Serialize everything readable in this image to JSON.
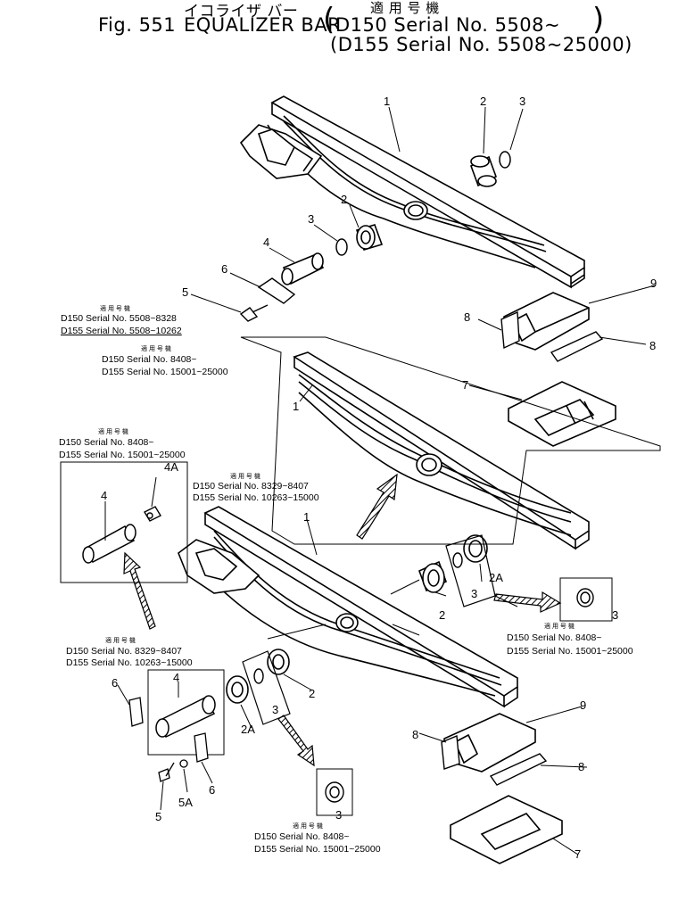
{
  "header": {
    "title_ja": "イコライザ バー",
    "applicable_ja": "適 用 号 機",
    "fig": "Fig. 551",
    "title_en": "EQUALIZER BAR",
    "d150_line": "D150 Serial No. 5508~",
    "d155_line": "D155 Serial No. 5508~25000"
  },
  "notes": {
    "ja": "適 用 号 機",
    "n1_d150": "D150 Serial No. 5508~8328",
    "n1_d155": "D155 Serial No. 5508~10262",
    "n2_d150": "D150 Serial No. 8408~",
    "n2_d155": "D155 Serial No. 15001~25000",
    "n3_d150": "D150 Serial No. 8408~",
    "n3_d155": "D155 Serial No. 15001~25000",
    "n4_d150": "D150 Serial No. 8329~8407",
    "n4_d155": "D155 Serial No. 10263~15000",
    "n5_d150": "D150 Serial No. 8408~",
    "n5_d155": "D155 Serial No. 15001~25000",
    "n6_d150": "D150 Serial No. 8329~8407",
    "n6_d155": "D155 Serial No. 10263~15000",
    "n7_d150": "D150 Serial No. 8408~",
    "n7_d155": "D155 Serial No. 15001~25000"
  },
  "callouts": {
    "c1": "1",
    "c2": "2",
    "c2a": "2A",
    "c3": "3",
    "c4": "4",
    "c4a": "4A",
    "c5": "5",
    "c5a": "5A",
    "c6": "6",
    "c7": "7",
    "c8": "8",
    "c9": "9"
  }
}
